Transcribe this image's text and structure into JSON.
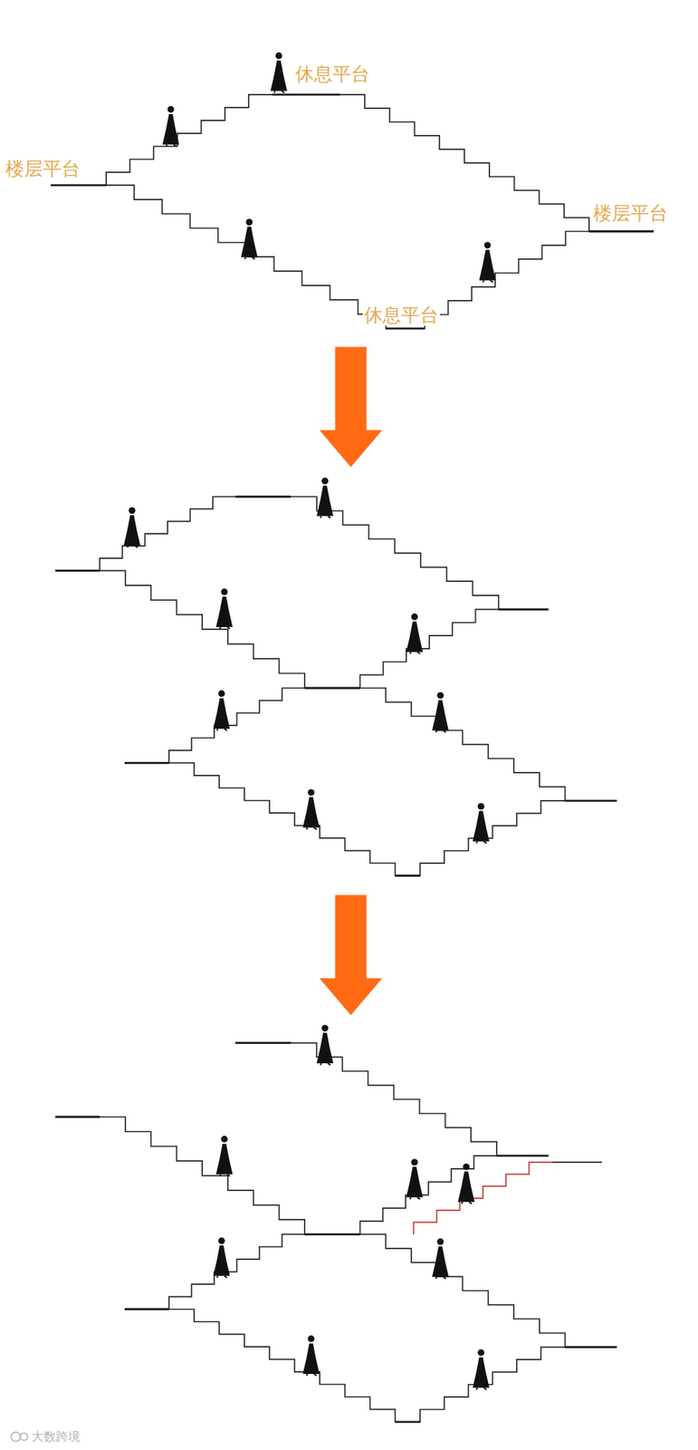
{
  "diagram": {
    "labels": [
      "休息平台",
      "楼层平台",
      "楼层平台",
      "休息平台",
      "大数跨境"
    ]
  }
}
